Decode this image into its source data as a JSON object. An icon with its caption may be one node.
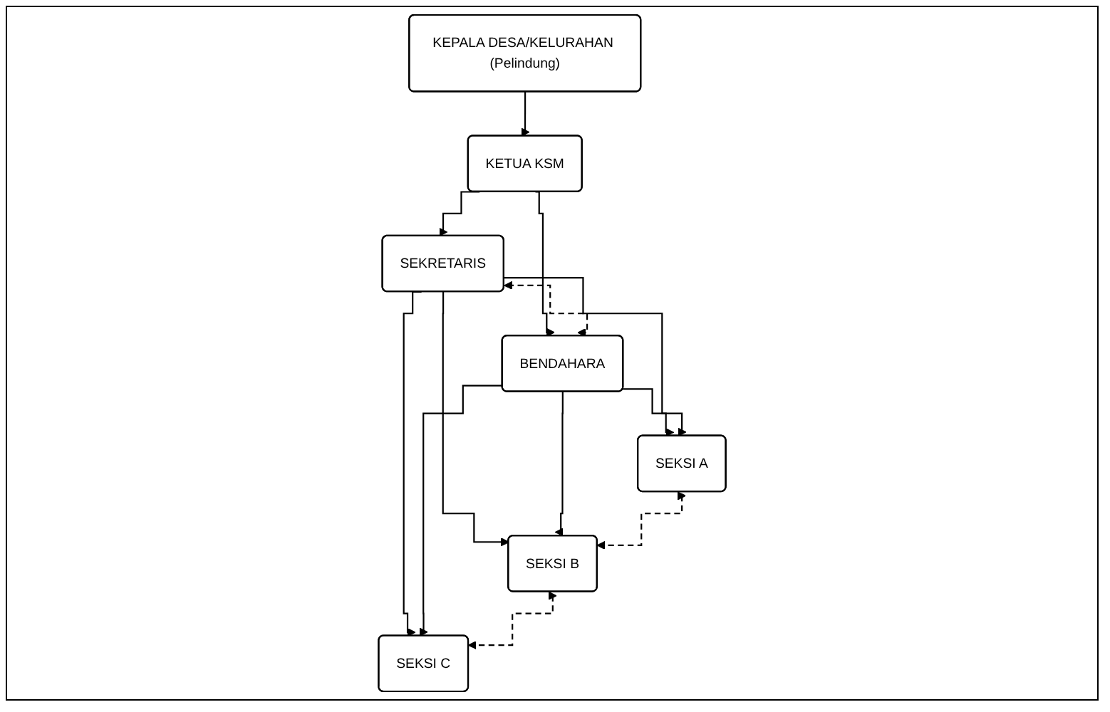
{
  "diagram": {
    "nodes": [
      {
        "text": [
          "KEPALA DESA/KELURAHAN (Pelindung)"
        ]
      },
      {
        "text": [
          "KETUA KSM"
        ]
      },
      {
        "text": [
          "SEKRETARIS"
        ]
      },
      {
        "text": [
          "BENDAHARA"
        ]
      },
      {
        "text": [
          "SEKSI A"
        ]
      },
      {
        "text": [
          "SEKSI B"
        ]
      },
      {
        "text": [
          "SEKSI C"
        ]
      }
    ],
    "edges": [
      {
        "from": 0,
        "to": 1,
        "arrow": "to"
      },
      {
        "from": 1,
        "to": 2,
        "arrow": "to"
      },
      {
        "from": 1,
        "to": 3,
        "arrow": "to"
      },
      {
        "from": 2,
        "to": 3,
        "arrow": "both",
        "style": "dashed"
      },
      {
        "from": 2,
        "to": 4,
        "arrow": "to"
      },
      {
        "from": 2,
        "to": 5,
        "arrow": "to"
      },
      {
        "from": 2,
        "to": 6,
        "arrow": "to"
      },
      {
        "from": 3,
        "to": 4,
        "arrow": "to"
      },
      {
        "from": 3,
        "to": 5,
        "arrow": "to"
      },
      {
        "from": 3,
        "to": 6,
        "arrow": "to"
      },
      {
        "from": 4,
        "to": 5,
        "arrow": "both",
        "style": "dashed"
      },
      {
        "from": 5,
        "to": 6,
        "arrow": "both",
        "style": "dashed"
      }
    ]
  }
}
